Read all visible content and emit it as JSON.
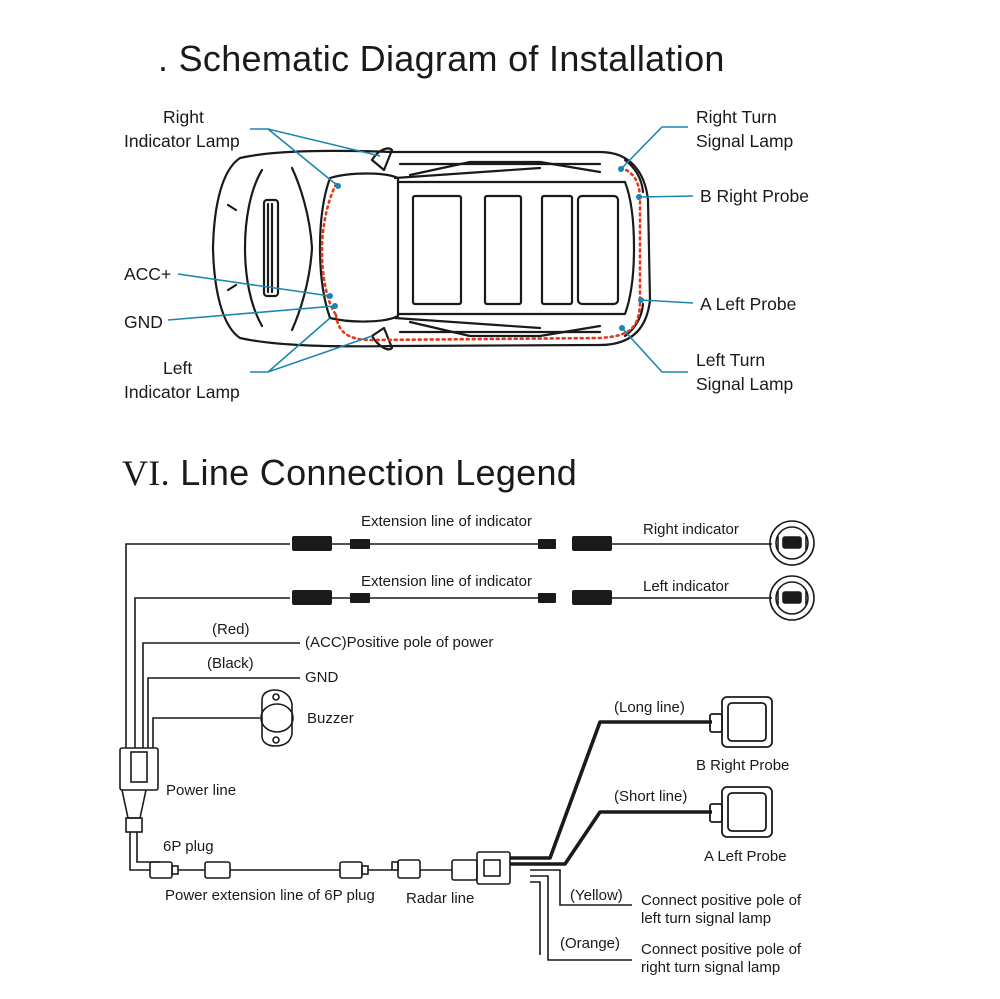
{
  "section5": {
    "title": ". Schematic Diagram of Installation",
    "labels": {
      "right_indicator_1": "Right",
      "right_indicator_2": "Indicator Lamp",
      "acc": "ACC+",
      "gnd": "GND",
      "left_indicator_1": "Left",
      "left_indicator_2": "Indicator Lamp",
      "right_turn_1": "Right Turn",
      "right_turn_2": "Signal Lamp",
      "b_right_probe": "B Right Probe",
      "a_left_probe": "A Left Probe",
      "left_turn_1": "Left Turn",
      "left_turn_2": "Signal Lamp"
    }
  },
  "section6": {
    "roman": "VI.",
    "title": "Line Connection Legend",
    "labels": {
      "ext_line_1": "Extension line of indicator",
      "ext_line_2": "Extension line of indicator",
      "right_indicator": "Right indicator",
      "left_indicator": "Left indicator",
      "red": "(Red)",
      "acc_positive": "(ACC)Positive pole of power",
      "black": "(Black)",
      "gnd": "GND",
      "buzzer": "Buzzer",
      "power_line": "Power line",
      "six_p_plug": "6P plug",
      "power_ext": "Power extension line of 6P plug",
      "radar_line": "Radar line",
      "long_line": "(Long line)",
      "b_right_probe": "B Right Probe",
      "short_line": "(Short line)",
      "a_left_probe": "A Left Probe",
      "yellow": "(Yellow)",
      "left_turn_1": "Connect positive pole of",
      "left_turn_2": "left turn signal lamp",
      "orange": "(Orange)",
      "right_turn_1": "Connect positive pole of",
      "right_turn_2": "right turn signal lamp"
    }
  },
  "colors": {
    "leader": "#1b86b0",
    "dotted_wire": "#e23a1d",
    "wire": "#1a1a1a",
    "text": "#1a1a1a"
  }
}
